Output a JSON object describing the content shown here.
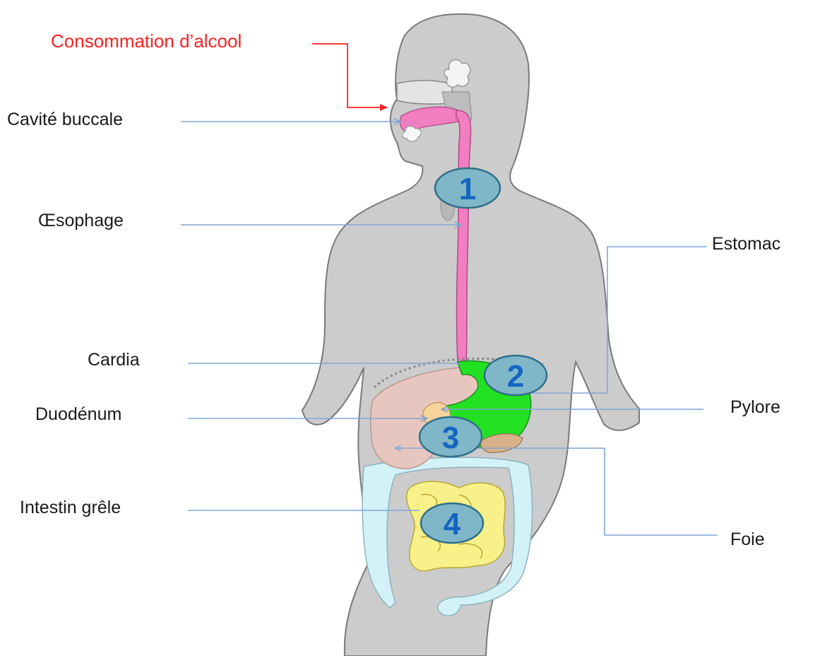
{
  "labels": {
    "alcohol": "Consommation d’alcool",
    "mouth": "Cavité buccale",
    "esophagus": "Œsophage",
    "cardia": "Cardia",
    "duodenum": "Duodénum",
    "small_intestine": "Intestin grêle",
    "stomach": "Estomac",
    "pylorus": "Pylore",
    "liver": "Foie"
  },
  "markers": [
    "1",
    "2",
    "3",
    "4"
  ],
  "colors": {
    "body": "#cccccc",
    "esophagus": "#f07ec0",
    "stomach": "#22e022",
    "liver": "#e8c6c0",
    "large_intestine": "#d2f2f8",
    "small_intestine": "#f8f088",
    "marker_fill": "#7fb7c8",
    "marker_text": "#1565c0",
    "alcohol_label": "#ff2020",
    "leader_line": "#7ea6d4"
  }
}
